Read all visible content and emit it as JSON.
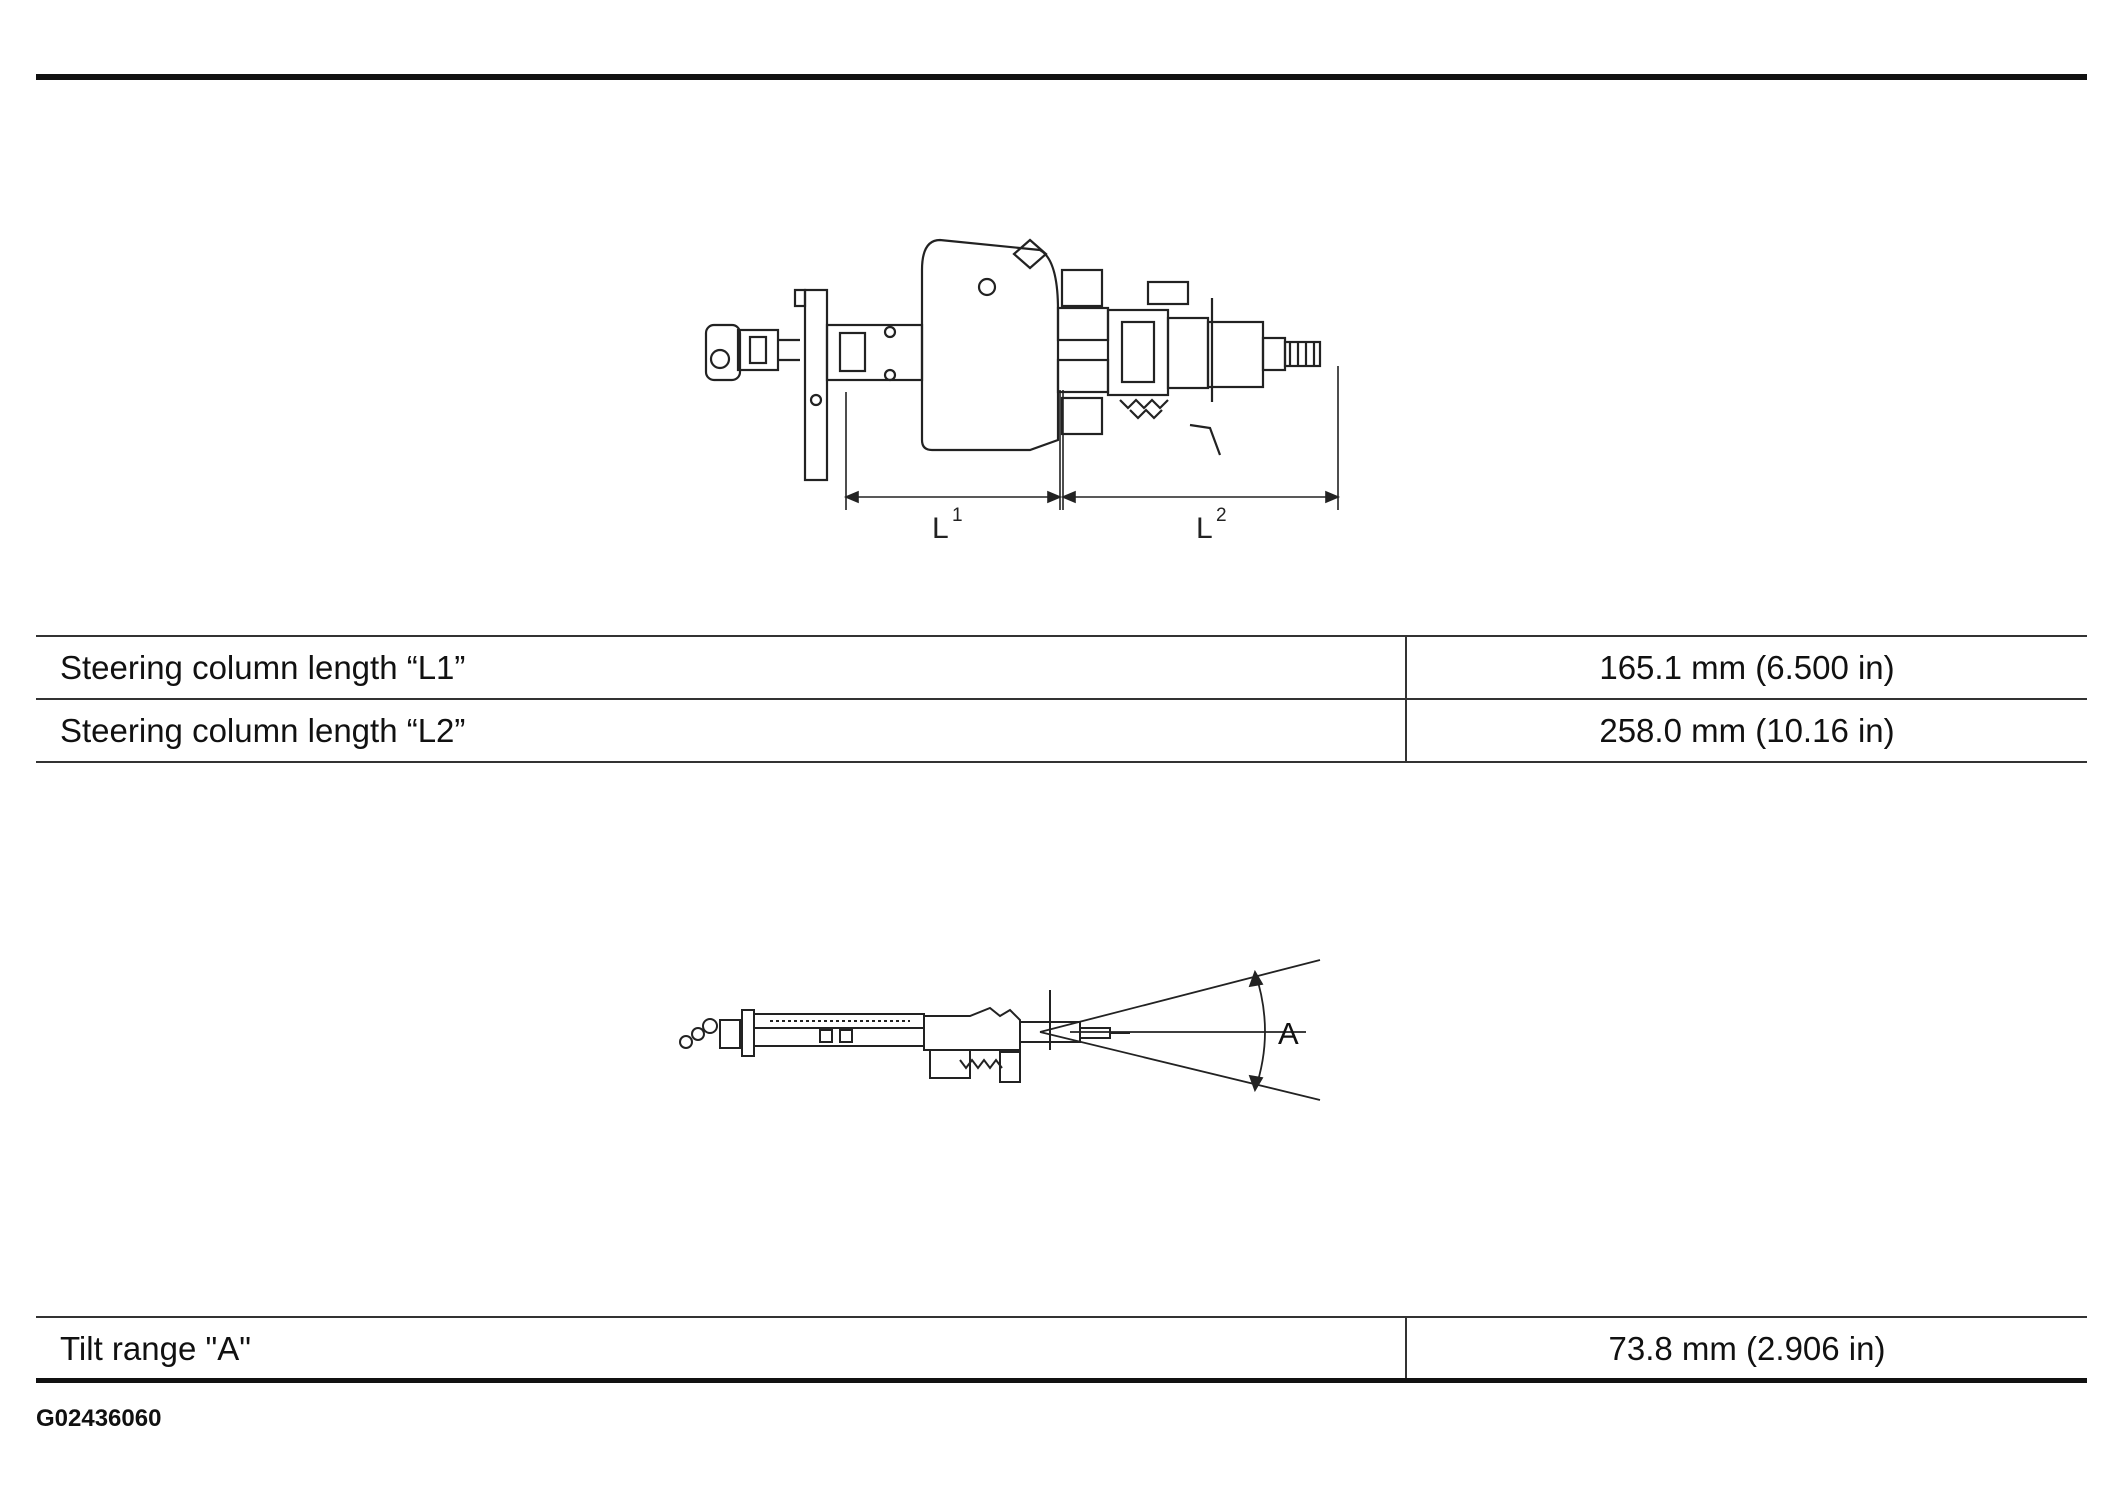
{
  "figure1": {
    "dim_labels": [
      {
        "base": "L",
        "sup": "1"
      },
      {
        "base": "L",
        "sup": "2"
      }
    ]
  },
  "table1": {
    "rows": [
      {
        "label": "Steering column length “L1”",
        "value": "165.1 mm (6.500 in)"
      },
      {
        "label": "Steering column length “L2”",
        "value": "258.0 mm (10.16 in)"
      }
    ]
  },
  "figure2": {
    "angle_label": "A"
  },
  "table2": {
    "rows": [
      {
        "label": "Tilt range \"A\"",
        "value": "73.8 mm (2.906 in)"
      }
    ]
  },
  "figure_id": "G02436060"
}
